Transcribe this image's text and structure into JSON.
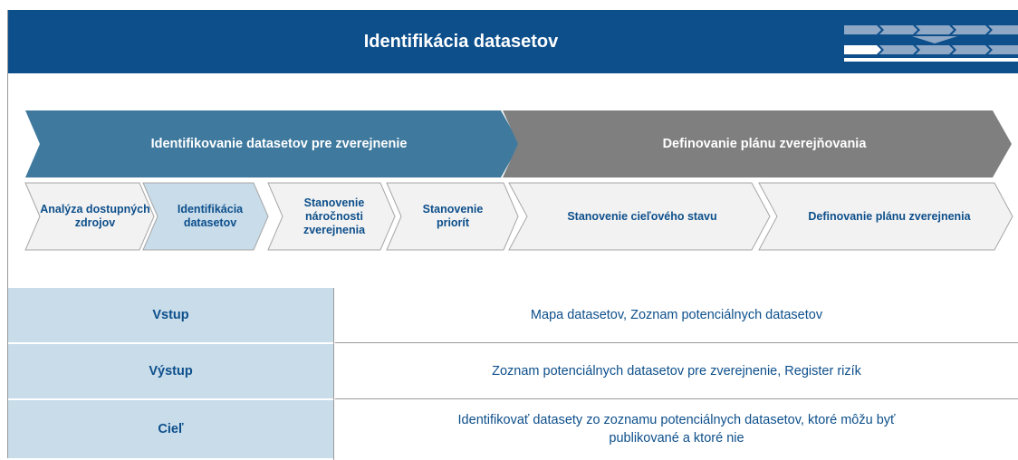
{
  "header": {
    "title": "Identifikácia datasetov"
  },
  "phases": [
    {
      "label": "Identifikovanie datasetov pre zverejnenie"
    },
    {
      "label": "Definovanie plánu zverejňovania"
    }
  ],
  "steps": [
    {
      "label": "Analýza dostupných zdrojov",
      "active": false
    },
    {
      "label": "Identifikácia datasetov",
      "active": true
    },
    {
      "label": "Stanovenie náročnosti zverejnenia",
      "active": false
    },
    {
      "label": "Stanovenie priorít",
      "active": false
    },
    {
      "label": "Stanovenie cieľového stavu",
      "active": false
    },
    {
      "label": "Definovanie plánu zverejnenia",
      "active": false
    }
  ],
  "table": [
    {
      "key": "Vstup",
      "value": "Mapa datasetov, Zoznam potenciálnych datasetov"
    },
    {
      "key": "Výstup",
      "value": "Zoznam potenciálnych datasetov pre zverejnenie, Register rizík"
    },
    {
      "key": "Cieľ",
      "value": "Identifikovať datasety zo zoznamu potenciálnych datasetov, ktoré môžu byť publikované a ktoré nie"
    }
  ],
  "colors": {
    "header_bg": "#0d4f8b",
    "phase_active": "#3f7a9e",
    "phase_inactive": "#7f7f7f",
    "step_active": "#c8dcea",
    "step_inactive": "#f2f2f2",
    "text_blue": "#0d4f8b"
  }
}
